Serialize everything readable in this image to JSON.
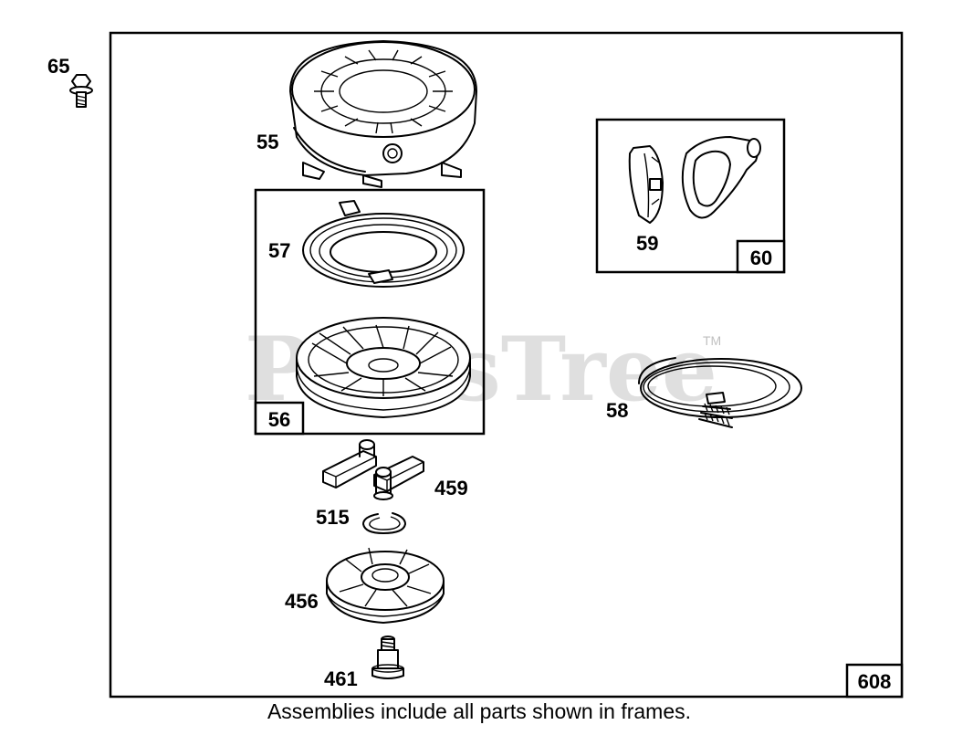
{
  "diagram": {
    "caption": "Assemblies include all parts shown in frames.",
    "watermark": {
      "text": "PartsTree",
      "tm": "TM"
    },
    "main_frame_number": "608",
    "parts": {
      "p65": "65",
      "p55": "55",
      "p57": "57",
      "p56": "56",
      "p59": "59",
      "p60": "60",
      "p58": "58",
      "p459": "459",
      "p515": "515",
      "p456": "456",
      "p461": "461"
    }
  }
}
